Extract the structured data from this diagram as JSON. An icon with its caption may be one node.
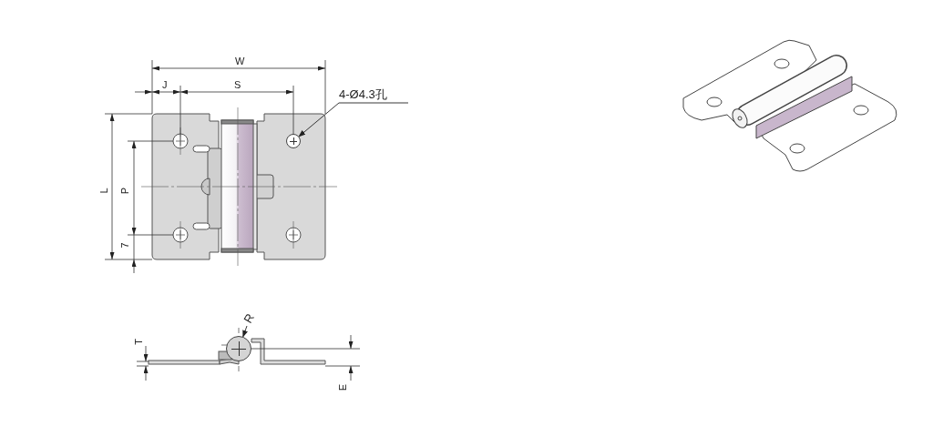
{
  "diagram": {
    "nodes": [
      {
        "text": [
          "4-Ø4.3孔"
        ]
      },
      {
        "text": [],
        "shape": "circle"
      },
      {
        "text": [
          "R"
        ]
      },
      {
        "text": [],
        "shape": "circle"
      }
    ],
    "edges": [
      {
        "from": 0,
        "to": 1,
        "arrow": "to"
      },
      {
        "from": 2,
        "to": 3,
        "arrow": "to"
      }
    ],
    "labels": [
      "W",
      "J",
      "S",
      "L",
      "P",
      "7",
      "T",
      "E"
    ]
  }
}
